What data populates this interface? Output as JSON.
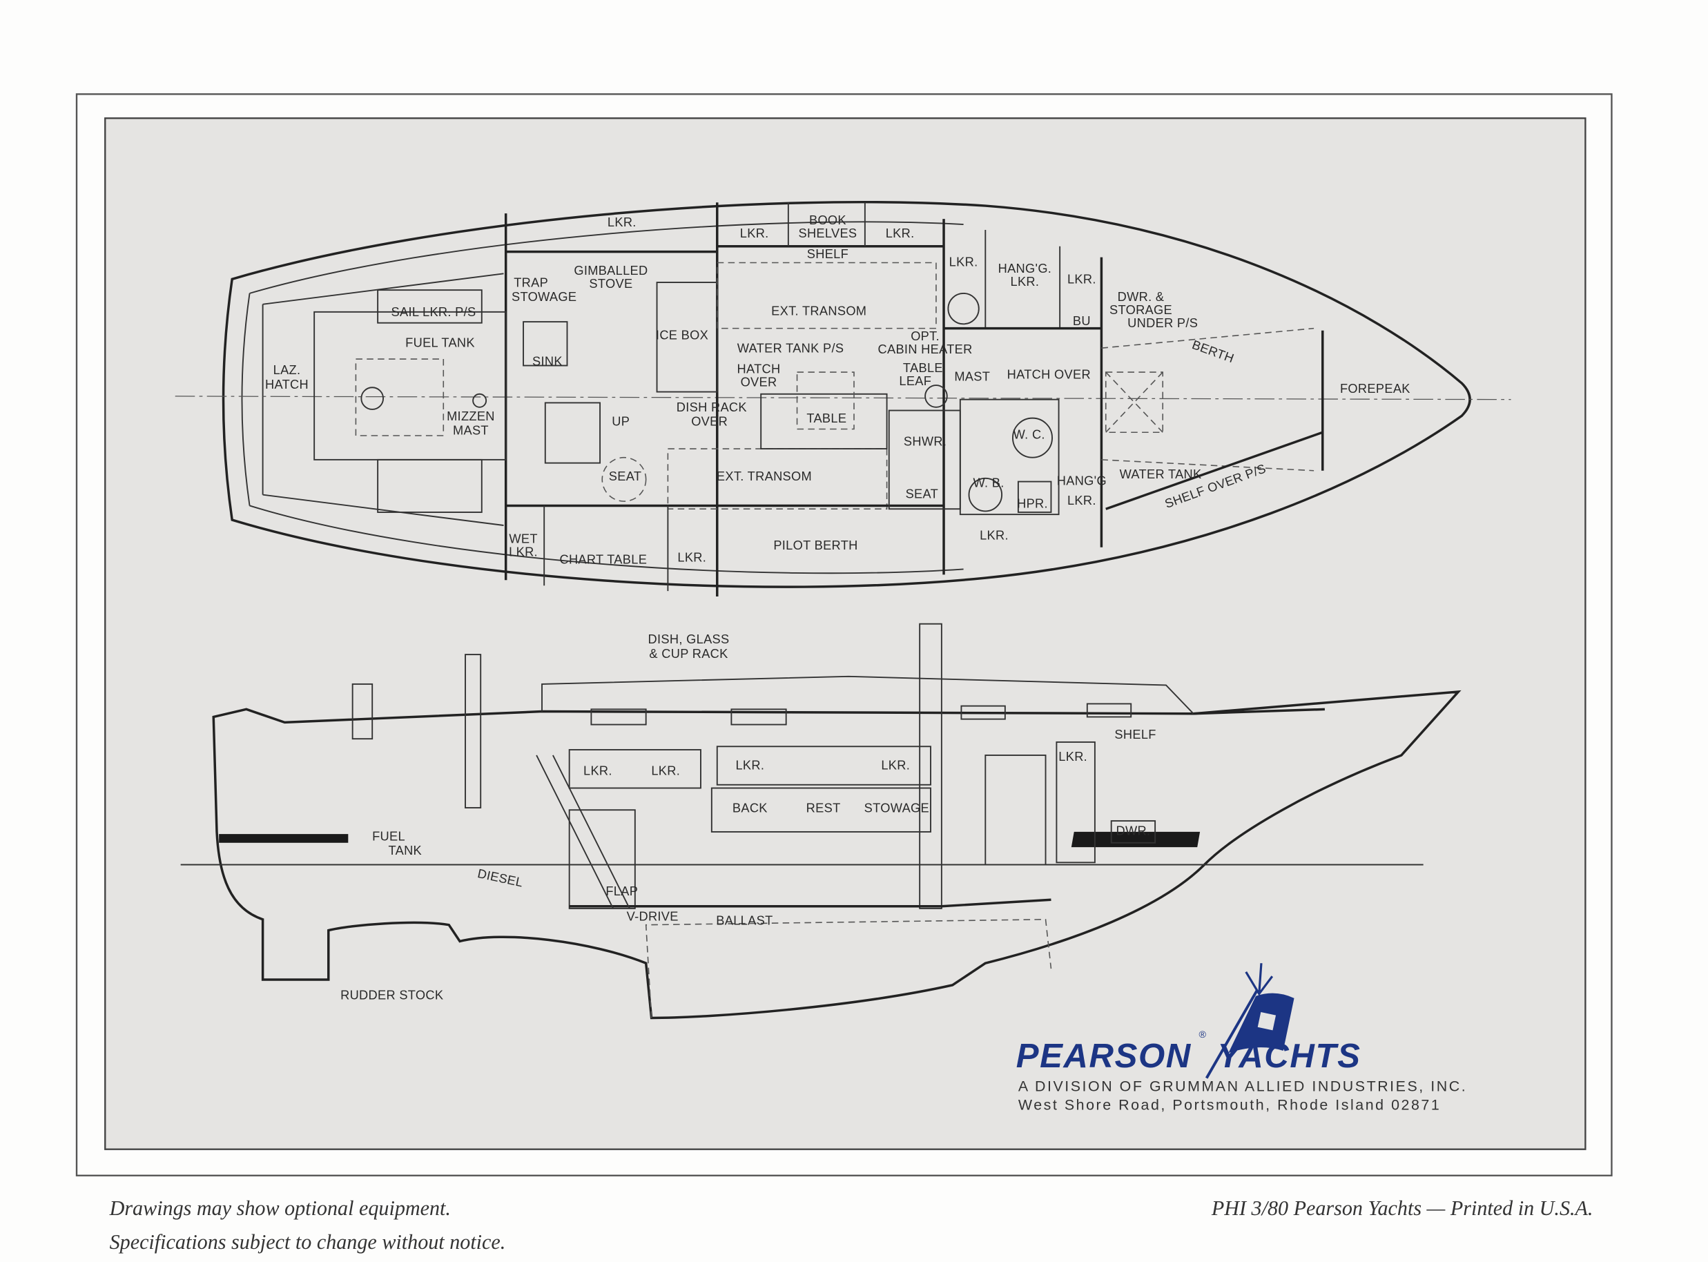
{
  "plan_labels": {
    "lkr_aft": "LKR.",
    "lkr_1": "LKR.",
    "book1": "BOOK",
    "book2": "SHELVES",
    "lkr_2": "LKR.",
    "shelf": "SHELF",
    "lkr_3": "LKR.",
    "hang1": "HANG'G.",
    "hang2": "LKR.",
    "lkr_4": "LKR.",
    "trap1": "TRAP",
    "trap2": "STOWAGE",
    "gimb1": "GIMBALLED",
    "gimb2": "STOVE",
    "sail": "SAIL LKR. P/S",
    "ext_transom_1": "EXT. TRANSOM",
    "dwr1": "DWR. &",
    "dwr2": "STORAGE",
    "dwr3": "UNDER P/S",
    "bu": "BU",
    "fuel": "FUEL TANK",
    "icebox": "ICE BOX",
    "water_ps": "WATER TANK P/S",
    "opt1": "OPT.",
    "opt2": "CABIN HEATER",
    "berth": "BERTH",
    "laz1": "LAZ.",
    "laz2": "HATCH",
    "sink": "SINK",
    "hatch1": "HATCH",
    "hatch2": "OVER",
    "table1": "TABLE",
    "table2": "LEAF",
    "mast": "MAST",
    "hatch_over": "HATCH OVER",
    "forepeak": "FOREPEAK",
    "dish1": "DISH RACK",
    "dish2": "OVER",
    "table": "TABLE",
    "up": "UP",
    "mizzen1": "MIZZEN",
    "mizzen2": "MAST",
    "shwr": "SHWR.",
    "wc": "W. C.",
    "seat_1": "SEAT",
    "ext_transom_2": "EXT. TRANSOM",
    "hangg": "HANG'G",
    "water_tank": "WATER TANK",
    "wb": "W. B.",
    "hpr": "HPR.",
    "lkr_5": "LKR.",
    "seat_2": "SEAT",
    "shelf_over": "SHELF OVER P/S",
    "wet1": "WET",
    "wet2": "LKR.",
    "pilot": "PILOT BERTH",
    "lkr_6": "LKR.",
    "chart": "CHART TABLE",
    "lkr_7": "LKR."
  },
  "profile_labels": {
    "dish1": "DISH, GLASS",
    "dish2": "& CUP RACK",
    "shelf": "SHELF",
    "lkr_1": "LKR.",
    "lkr_2": "LKR.",
    "lkr_3": "LKR.",
    "lkr_4": "LKR.",
    "lkr_5": "LKR.",
    "back": "BACK",
    "rest": "REST",
    "stowage": "STOWAGE",
    "fuel1": "FUEL",
    "fuel2": "TANK",
    "dwr": "DWR.",
    "diesel": "DIESEL",
    "flap": "FLAP",
    "vdrive": "V-DRIVE",
    "ballast": "BALLAST",
    "rudder": "RUDDER STOCK"
  },
  "logo": {
    "name_left": "PEARSON",
    "name_right": "YACHTS",
    "registered": "®",
    "division": "A DIVISION OF GRUMMAN ALLIED INDUSTRIES, INC.",
    "address": "West Shore Road, Portsmouth, Rhode Island 02871",
    "brand_color": "#1c3584"
  },
  "footer": {
    "note1": "Drawings may show optional equipment.",
    "note2": "Specifications subject to change without notice.",
    "imprint": "PHI 3/80 Pearson Yachts — Printed in U.S.A."
  }
}
